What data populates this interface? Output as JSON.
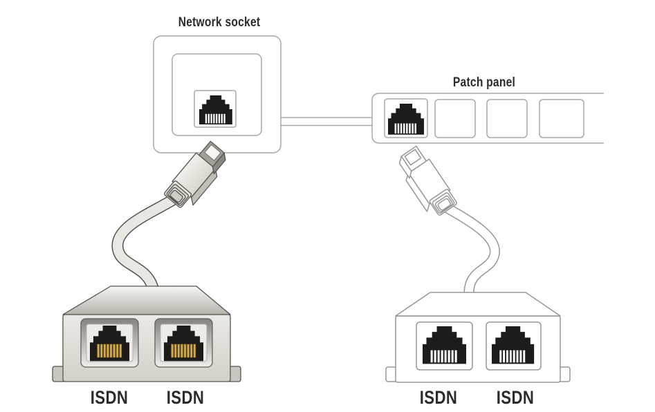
{
  "labels": {
    "network_socket": "Network socket",
    "patch_panel": "Patch panel",
    "isdn_ports": [
      "ISDN",
      "ISDN",
      "ISDN",
      "ISDN"
    ]
  },
  "patch_panel": {
    "ports_total": 4,
    "ports": [
      "occupied",
      "empty",
      "empty",
      "empty"
    ]
  },
  "components": {
    "left_chain": [
      "network socket",
      "RJ45 plug",
      "cable",
      "ISDN splitter with 2 ports"
    ],
    "right_chain": [
      "patch panel",
      "RJ45 plug",
      "cable",
      "ISDN splitter with 2 ports"
    ]
  },
  "colors": {
    "line_light": "#a9a8a6",
    "line_mid": "#969694",
    "line_dark": "#55534d",
    "jack_black": "#1d1c1a",
    "gold": "#cfa94e",
    "cable_fill": "#e9e7e1",
    "text": "#2c2b29",
    "background": "#ffffff"
  }
}
